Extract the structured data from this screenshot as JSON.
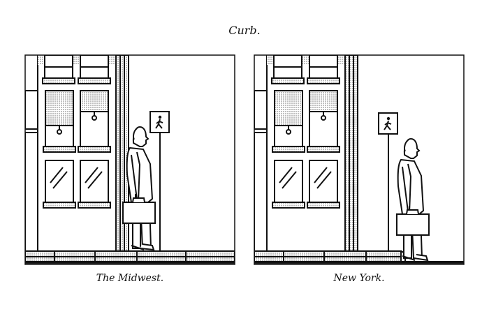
{
  "title": "Curb.",
  "panels": [
    {
      "caption": "The Midwest.",
      "icon": "walk-signal-icon"
    },
    {
      "caption": "New York.",
      "icon": "walk-signal-icon"
    }
  ],
  "colors": {
    "ink": "#111111",
    "paper": "#ffffff"
  }
}
